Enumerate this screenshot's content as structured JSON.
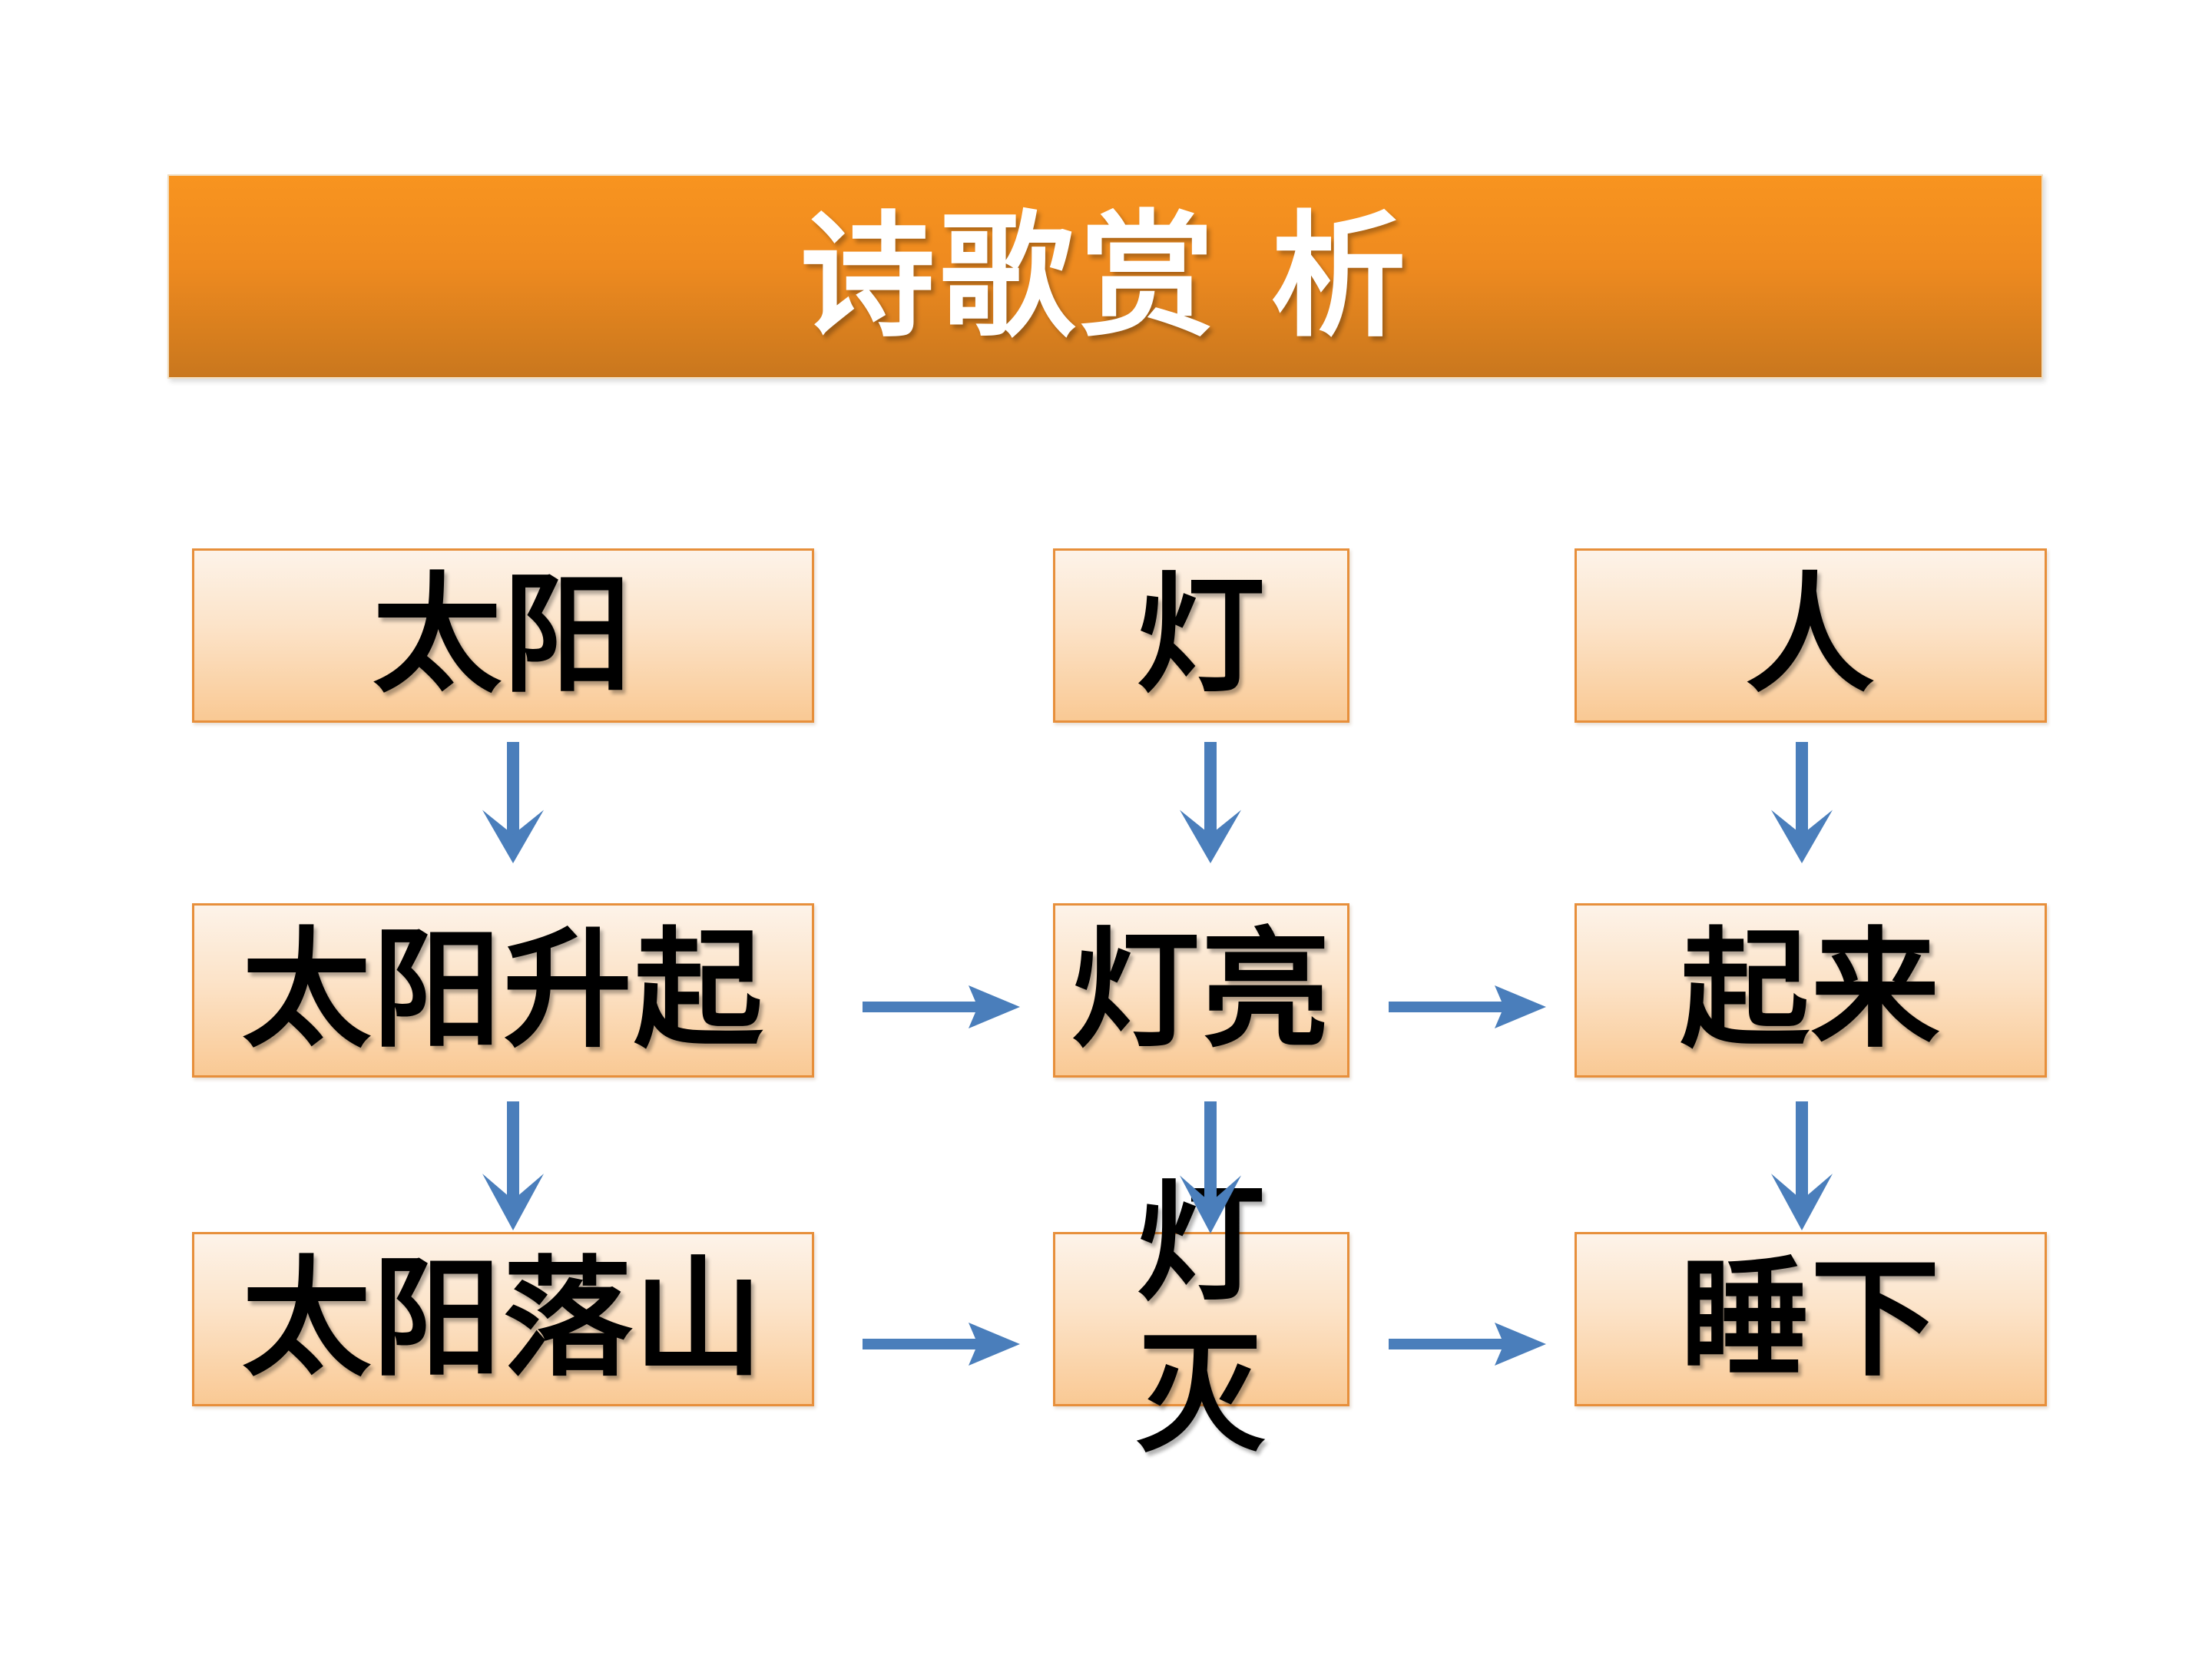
{
  "title": {
    "text": "诗歌赏 析"
  },
  "boxes": {
    "sun_top": "太阳",
    "sun_mid": "太阳升起",
    "sun_bottom": "太阳落山",
    "lamp_top": "灯",
    "lamp_mid": "灯亮",
    "lamp_bottom": "灯\n灭",
    "person_top": "人",
    "person_mid": "起来",
    "person_bottom": "睡下"
  },
  "arrows": [
    {
      "name": "down-arrow-icon-sun-to-sunrise",
      "type": "down",
      "from": "太阳",
      "to": "太阳升起"
    },
    {
      "name": "down-arrow-icon-lamp-to-lampon",
      "type": "down",
      "from": "灯",
      "to": "灯亮"
    },
    {
      "name": "down-arrow-icon-person-to-getup",
      "type": "down",
      "from": "人",
      "to": "起来"
    },
    {
      "name": "down-arrow-icon-sunrise-to-sunset",
      "type": "down",
      "from": "太阳升起",
      "to": "太阳落山"
    },
    {
      "name": "down-arrow-icon-lampon-to-lampoff",
      "type": "down",
      "from": "灯亮",
      "to": "灯灭"
    },
    {
      "name": "down-arrow-icon-getup-to-sleep",
      "type": "down",
      "from": "起来",
      "to": "睡下"
    },
    {
      "name": "right-arrow-icon-sunrise-to-lampon",
      "type": "right",
      "from": "太阳升起",
      "to": "灯亮"
    },
    {
      "name": "right-arrow-icon-lampon-to-getup",
      "type": "right",
      "from": "灯亮",
      "to": "起来"
    },
    {
      "name": "right-arrow-icon-sunset-to-lampoff",
      "type": "right",
      "from": "太阳落山",
      "to": "灯灭"
    },
    {
      "name": "right-arrow-icon-lampoff-to-sleep",
      "type": "right",
      "from": "灯灭",
      "to": "睡下"
    }
  ],
  "colors": {
    "background": "#FFFFFF",
    "banner_gradient_top": "#F8941F",
    "banner_gradient_bottom": "#C9771E",
    "title_text": "#FFFFFF",
    "box_border": "#E78F3B",
    "box_fill_top": "#FDF3E9",
    "box_fill_bottom": "#F9C994",
    "box_text": "#000000",
    "arrow_blue": "#4A7EBB"
  }
}
